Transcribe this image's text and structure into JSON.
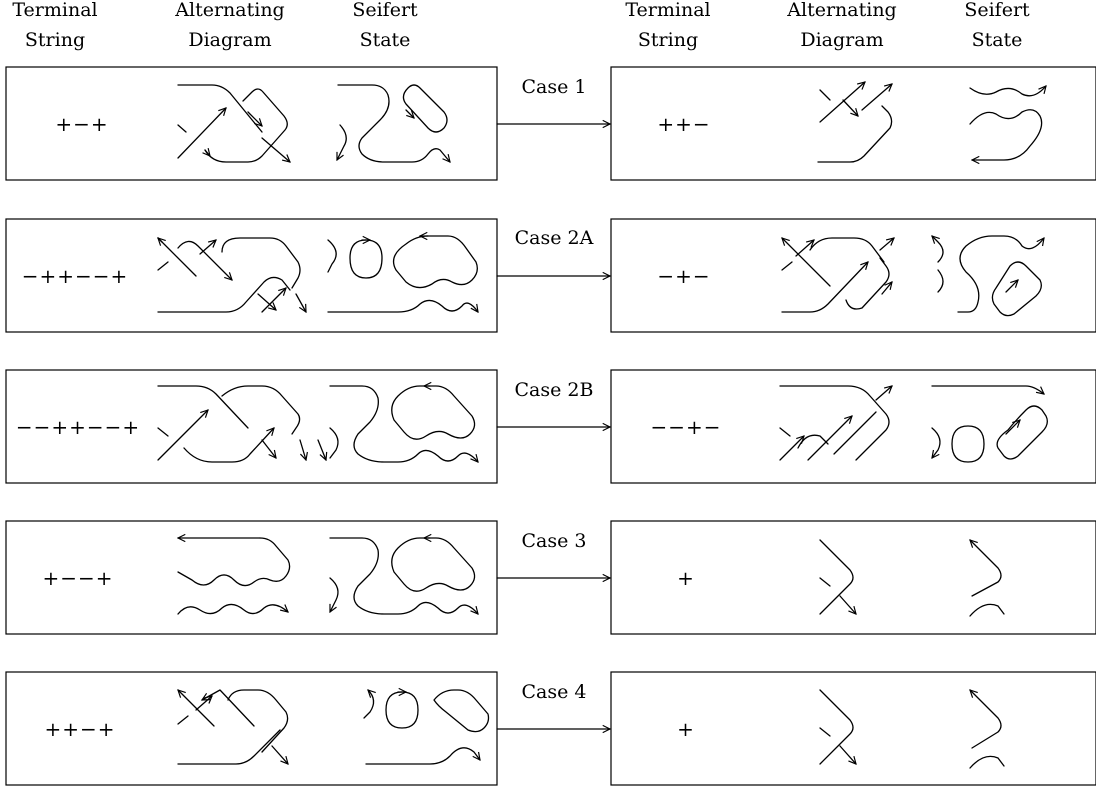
{
  "headers": {
    "left": [
      [
        "Terminal",
        "String"
      ],
      [
        "Alternating",
        "Diagram"
      ],
      [
        "Seifert",
        "State"
      ]
    ],
    "right": [
      [
        "Terminal",
        "String"
      ],
      [
        "Alternating",
        "Diagram"
      ],
      [
        "Seifert",
        "State"
      ]
    ]
  },
  "rows": [
    {
      "case_label": "Case 1",
      "left_string": "+−+",
      "right_string": "++−"
    },
    {
      "case_label": "Case 2A",
      "left_string": "−++−−+",
      "right_string": "−+−"
    },
    {
      "case_label": "Case 2B",
      "left_string": "−−++−−+",
      "right_string": "−−+−"
    },
    {
      "case_label": "Case 3",
      "left_string": "+−−+",
      "right_string": "+"
    },
    {
      "case_label": "Case 4",
      "left_string": "++−+",
      "right_string": "+"
    }
  ]
}
